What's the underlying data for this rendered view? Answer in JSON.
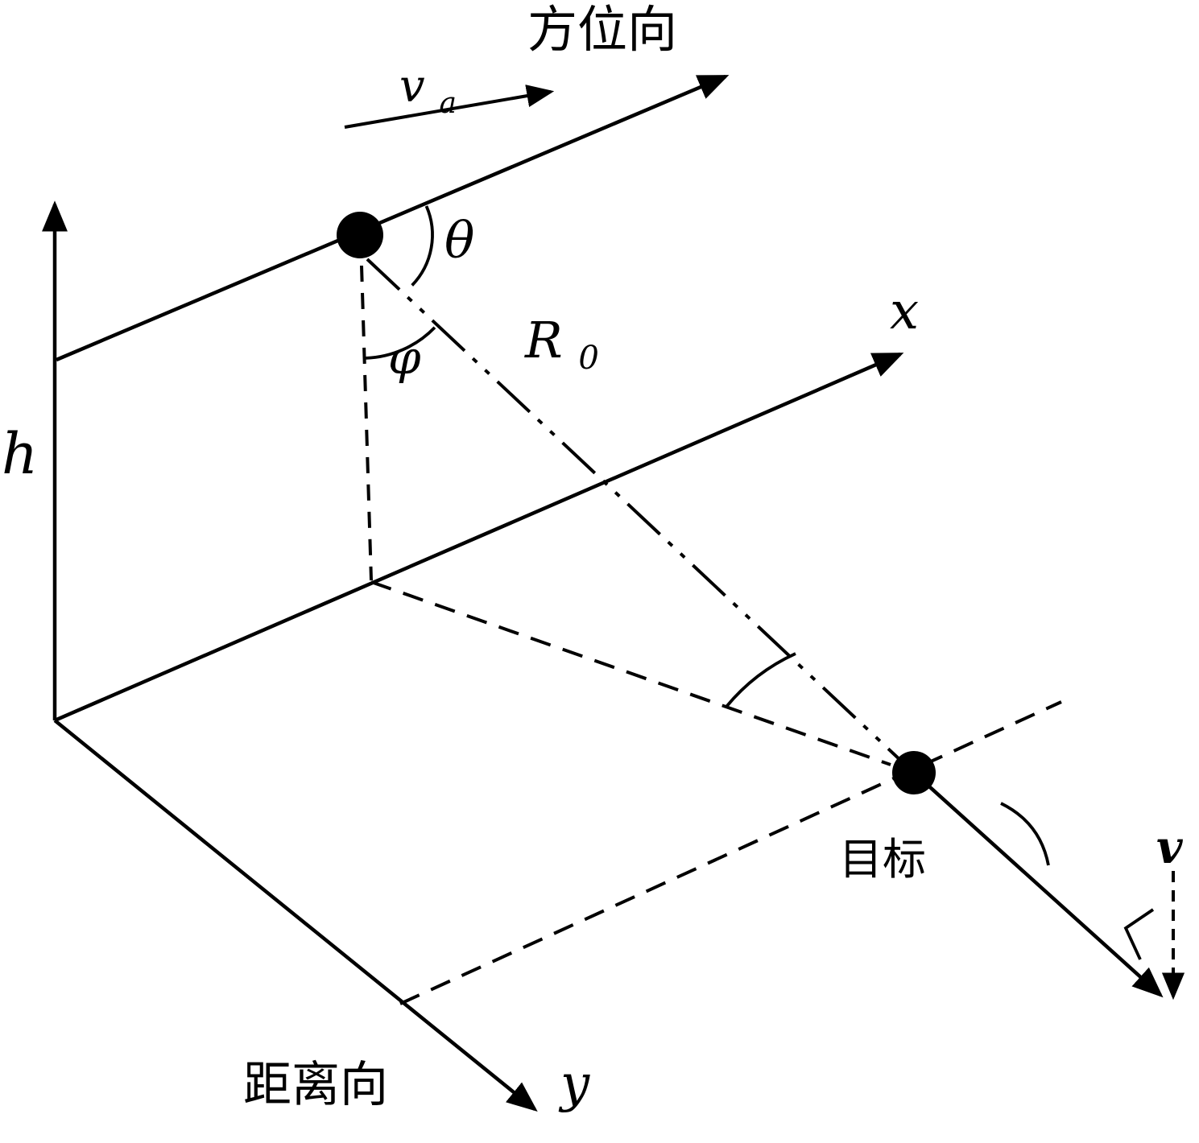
{
  "diagram": {
    "description_type": "sar-imaging-geometry",
    "colors": {
      "ink": "#000000",
      "background": "#ffffff"
    },
    "labels": {
      "azimuth_direction": "方位向",
      "range_direction": "距离向",
      "target": "目标",
      "height_axis": "h",
      "x_axis": "x",
      "y_axis": "y",
      "platform_velocity_base": "v",
      "platform_velocity_sub": "a",
      "slant_range_base": "R",
      "slant_range_sub": "0",
      "squint_angle": "θ",
      "look_angle": "φ",
      "target_velocity": "v"
    }
  }
}
